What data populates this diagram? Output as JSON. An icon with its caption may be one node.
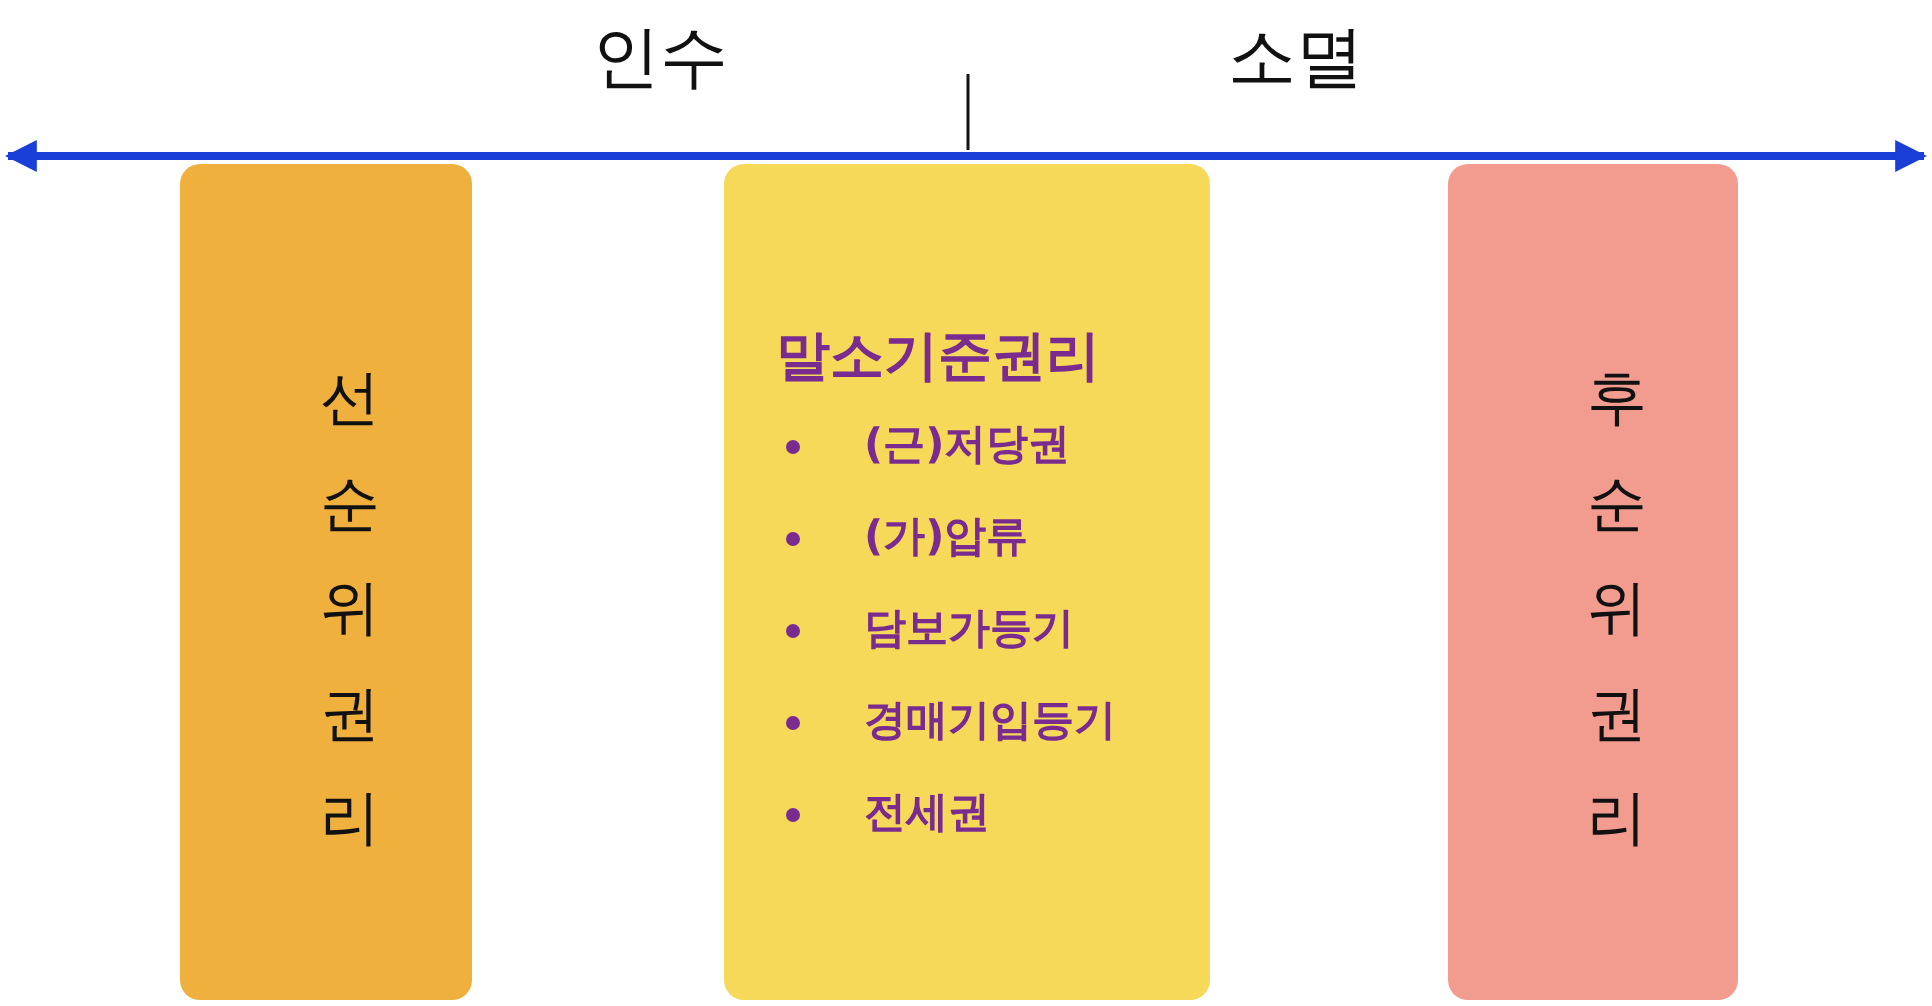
{
  "diagram": {
    "nodes": [
      {
        "text": [
          "선순위권리"
        ]
      },
      {
        "text": [
          "말소기준권리",
          "(근)저당권",
          "(가)압류",
          "담보가등기",
          "경매기입등기",
          "전세권"
        ]
      },
      {
        "text": [
          "후순위권리"
        ]
      }
    ],
    "labels": [
      "인수",
      "소멸"
    ]
  }
}
